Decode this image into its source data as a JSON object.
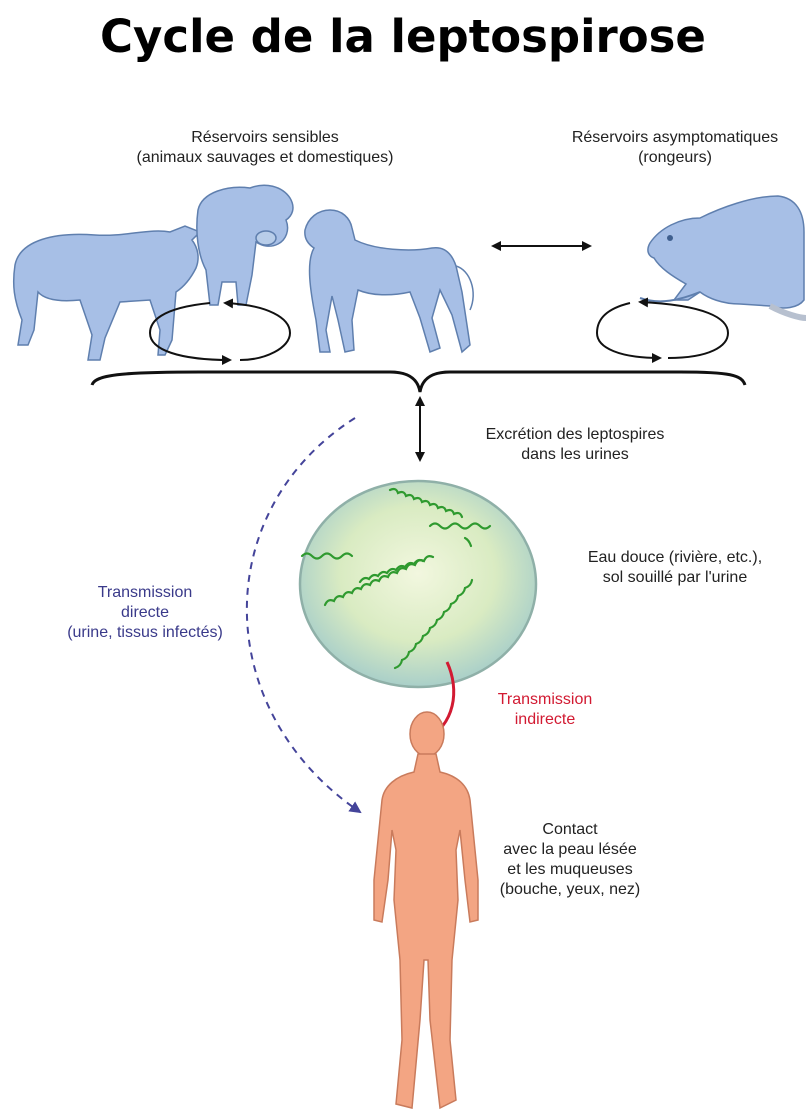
{
  "title": "Cycle de la leptospirose",
  "colors": {
    "animal": "#a7bfe6",
    "animal_outline": "#5f7fae",
    "skin": "#f3a583",
    "skin_outline": "#c97b5c",
    "water": "#d4e8bd",
    "water_outline": "#8fb0a8",
    "bacteria": "#2f9a2f",
    "direct_arrow": "#44449a",
    "indirect_arrow": "#d21a32",
    "direct_text": "#3a3a8a",
    "indirect_text": "#d21a32"
  },
  "reservoirs_sensitive": {
    "line1": "Réservoirs sensibles",
    "line2": "(animaux sauvages et domestiques)",
    "icons": [
      "cow-icon",
      "pig-icon",
      "dog-icon"
    ]
  },
  "reservoirs_asymptomatic": {
    "line1": "Réservoirs asymptomatiques",
    "line2": "(rongeurs)",
    "icons": [
      "rat-icon"
    ]
  },
  "excretion": {
    "line1": "Excrétion des leptospires",
    "line2": "dans les urines"
  },
  "environment": {
    "line1": "Eau douce (rivière, etc.),",
    "line2": "sol souillé par l'urine"
  },
  "direct_transmission": {
    "line1": "Transmission",
    "line2": "directe",
    "line3": "(urine, tissus infectés)"
  },
  "indirect_transmission": {
    "line1": "Transmission",
    "line2": "indirecte"
  },
  "contact": {
    "line1": "Contact",
    "line2": "avec la peau lésée",
    "line3": "et les muqueuses",
    "line4": "(bouche, yeux, nez)"
  }
}
